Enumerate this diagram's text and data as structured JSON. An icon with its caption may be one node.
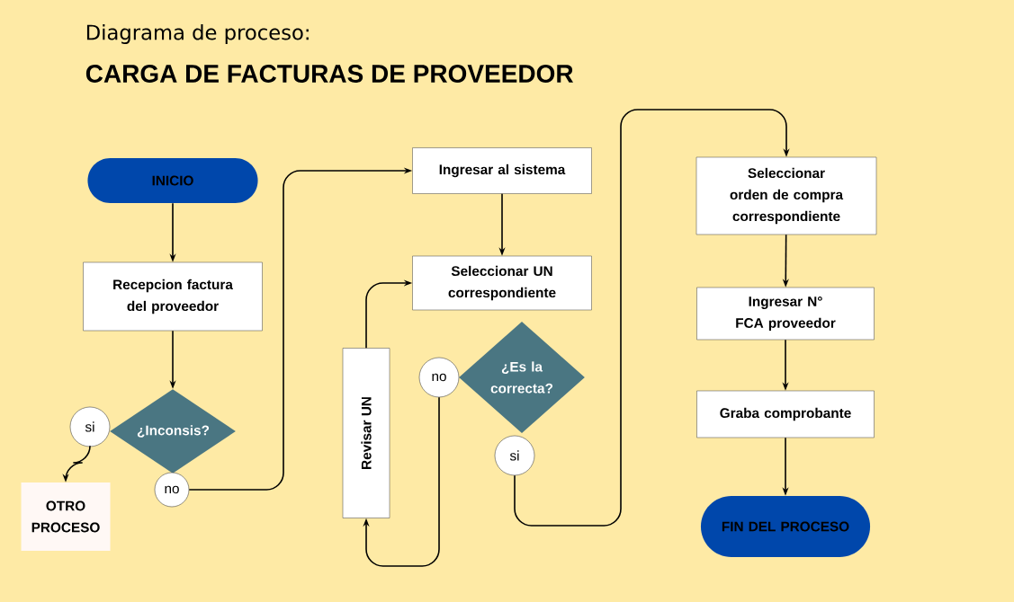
{
  "diagram": {
    "title": "CARGA DE FACTURAS DE PROVEEDOR",
    "nodes": [
      {
        "text": [
          "INICIO"
        ]
      },
      {
        "text": [
          "Recepcion factura del proveedor"
        ]
      },
      {
        "text": [
          "¿Inconsis?"
        ]
      },
      {
        "text": [
          "si"
        ]
      },
      {
        "text": [
          "no"
        ]
      },
      {
        "text": [
          "OTRO PROCESO"
        ]
      },
      {
        "text": [
          "Ingresar al sistema"
        ]
      },
      {
        "text": [
          "Seleccionar UN correspondiente"
        ]
      },
      {
        "text": [
          "¿Es la correcta?"
        ]
      },
      {
        "text": [
          "no"
        ]
      },
      {
        "text": [
          "si"
        ]
      },
      {
        "text": [
          "Revisar UN"
        ]
      },
      {
        "text": [
          "Seleccionar orden de compra correspondiente"
        ]
      },
      {
        "text": [
          "Ingresar N° FCA proveedor"
        ]
      },
      {
        "text": [
          "Graba comprobante"
        ]
      },
      {
        "text": [
          "FIN DEL PROCESO"
        ]
      }
    ],
    "edges": [
      {
        "from": 0,
        "to": 1,
        "arrow": "to"
      },
      {
        "from": 1,
        "to": 2,
        "arrow": "to"
      },
      {
        "from": 3,
        "to": 5,
        "arrow": "to"
      },
      {
        "from": 4,
        "to": 6,
        "arrow": "to"
      },
      {
        "from": 6,
        "to": 7,
        "arrow": "to"
      },
      {
        "from": 9,
        "to": 11,
        "arrow": "to"
      },
      {
        "from": 11,
        "to": 7,
        "arrow": "to"
      },
      {
        "from": 10,
        "to": 12,
        "arrow": "to"
      },
      {
        "from": 12,
        "to": 13,
        "arrow": "to"
      },
      {
        "from": 13,
        "to": 14,
        "arrow": "to"
      },
      {
        "from": 14,
        "to": 15,
        "arrow": "to"
      }
    ],
    "labels": [
      "Diagrama de proceso:"
    ]
  }
}
